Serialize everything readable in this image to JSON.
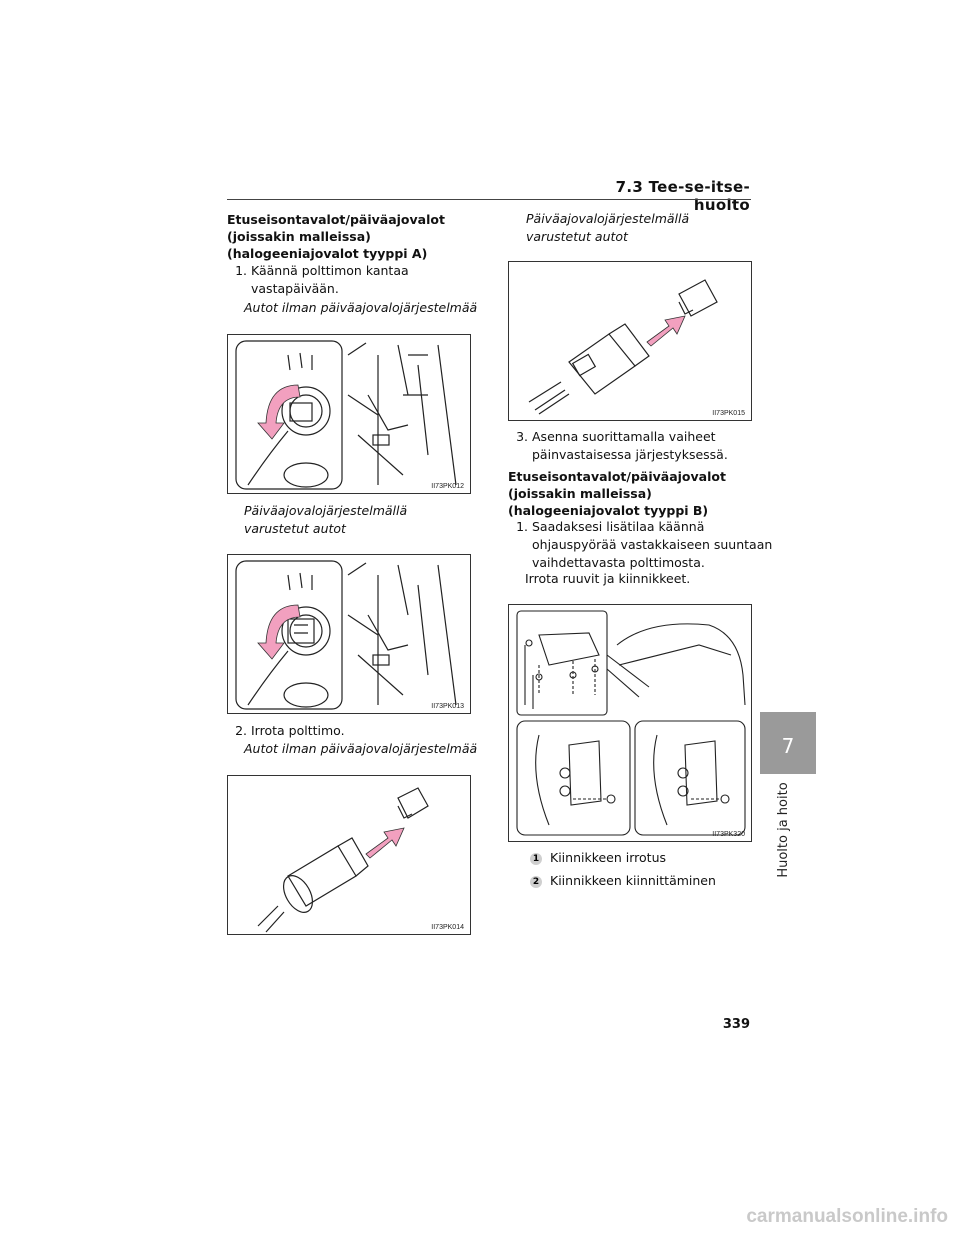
{
  "header": {
    "section_title": "7.3 Tee-se-itse-huolto"
  },
  "left_column": {
    "heading_a": "Etuseisontavalot/päiväajovalot (joissakin malleissa) (halogeeniajovalot tyyppi A)",
    "step1_num": "1.",
    "step1_text": "Käännä polttimon kantaa vastapäivään.",
    "cap_without_drl_1": "Autot ilman päiväajovalojärjestelmää",
    "fig1_code": "II73PK012",
    "cap_with_drl_1": "Päiväajovalojärjestelmällä varustetut autot",
    "fig2_code": "II73PK013",
    "step2_num": "2.",
    "step2_text": "Irrota polttimo.",
    "cap_without_drl_2": "Autot ilman päiväajovalojärjestelmää",
    "fig3_code": "II73PK014"
  },
  "right_column": {
    "cap_with_drl_2": "Päiväajovalojärjestelmällä varustetut autot",
    "fig4_code": "II73PK015",
    "step3_num": "3.",
    "step3_text": "Asenna suorittamalla vaiheet päinvastaisessa järjestyksessä.",
    "heading_b": "Etuseisontavalot/päiväajovalot (joissakin malleissa) (halogeeniajovalot tyyppi B)",
    "stepb1_num": "1.",
    "stepb1_text": "Saadaksesi lisätilaa käännä ohjauspyörää vastakkaiseen suuntaan vaihdettavasta polttimosta.",
    "stepb1_sub": "Irrota ruuvit ja kiinnikkeet.",
    "fig5_code": "II73PK320",
    "legend": [
      {
        "badge": "1",
        "text": "Kiinnikkeen irrotus"
      },
      {
        "badge": "2",
        "text": "Kiinnikkeen kiinnittäminen"
      }
    ]
  },
  "side_tab": {
    "number": "7",
    "label": "Huolto ja hoito"
  },
  "footer": {
    "page_number": "339",
    "watermark": "carmanualsonline.info"
  },
  "colors": {
    "arrow": "#f2a0bf",
    "tab": "#9a9a9a"
  }
}
